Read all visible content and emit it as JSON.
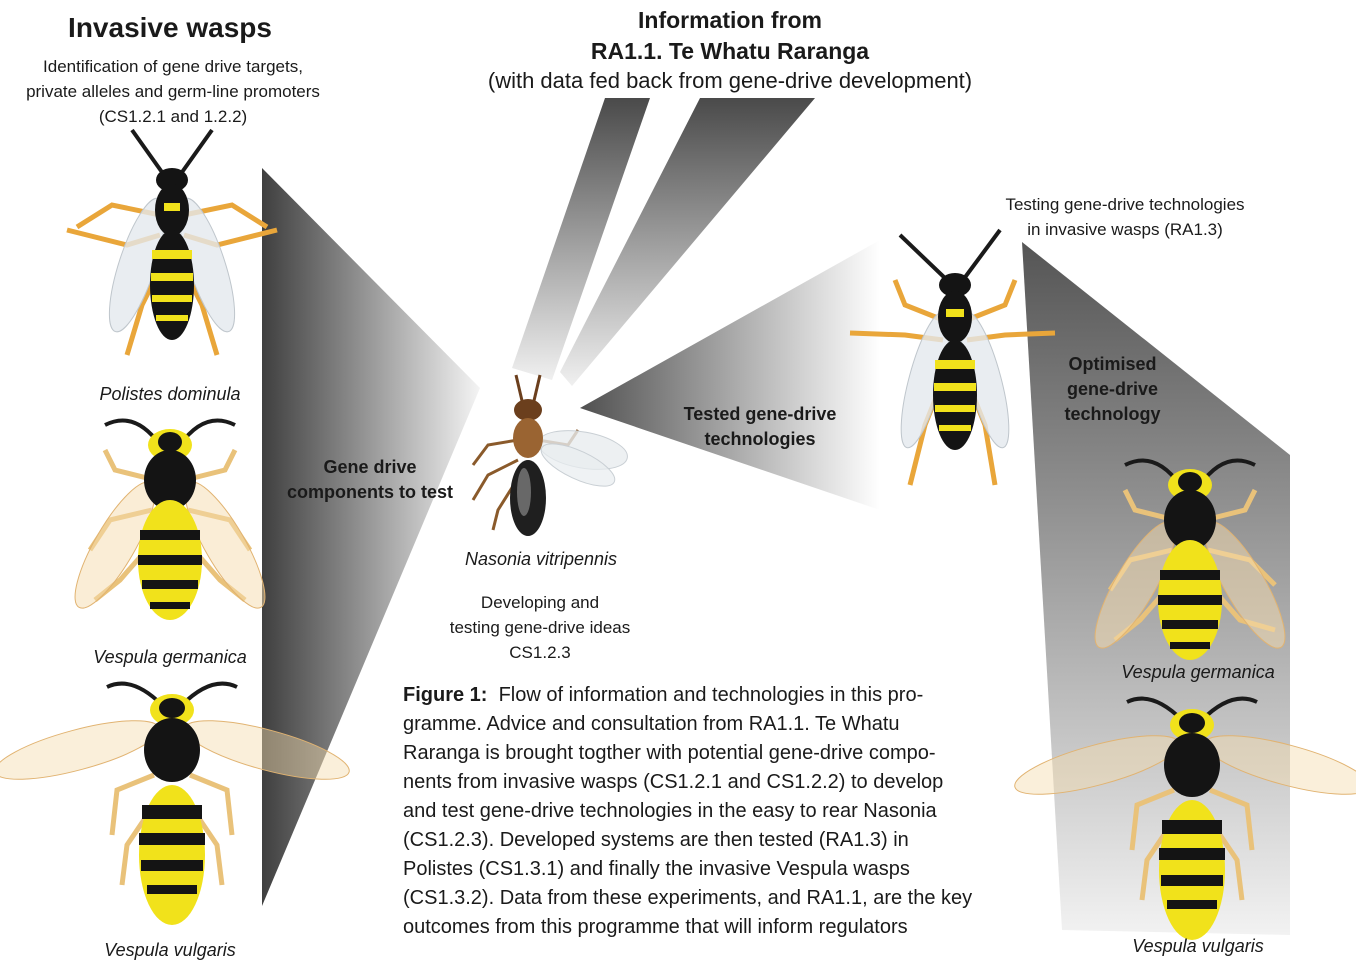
{
  "left_column": {
    "title": "Invasive wasps",
    "subtitle_lines": [
      "Identification of gene drive targets,",
      "private alleles and germ-line promoters",
      "(CS1.2.1 and 1.2.2)"
    ],
    "species": [
      "Polistes dominula",
      "Vespula germanica",
      "Vespula vulgaris"
    ]
  },
  "top": {
    "title_lines": [
      "Information from",
      "RA1.1. Te Whatu Raranga"
    ],
    "subtitle": "(with data fed back from gene-drive development)"
  },
  "center": {
    "species": "Nasonia vitripennis",
    "description_lines": [
      "Developing and",
      "testing gene-drive ideas",
      "CS1.2.3"
    ]
  },
  "arrows": {
    "left": [
      "Gene drive",
      "components to test"
    ],
    "middle": [
      "Tested gene-drive",
      "technologies"
    ],
    "right": [
      "Optimised",
      "gene-drive",
      "technology"
    ]
  },
  "right_column": {
    "title_lines": [
      "Testing gene-drive technologies",
      "in invasive wasps (RA1.3)"
    ],
    "species": [
      "Vespula germanica",
      "Vespula vulgaris"
    ]
  },
  "caption": {
    "label": "Figure 1:",
    "lines": [
      "Flow of information and technologies in this pro-",
      "gramme. Advice and consultation from RA1.1. Te Whatu",
      "Raranga is brought togther with potential gene-drive compo-",
      "nents from invasive wasps (CS1.2.1 and CS1.2.2) to develop",
      "and test gene-drive technologies in the easy to rear Nasonia",
      "(CS1.2.3).  Developed systems are then tested (RA1.3) in",
      "Polistes (CS1.3.1) and finally the invasive Vespula wasps",
      "(CS1.3.2). Data from these experiments, and RA1.1, are the key",
      "outcomes from this programme that will inform regulators"
    ]
  },
  "colors": {
    "wasp_yellow": "#f1e21b",
    "wasp_black": "#141414",
    "wing": "#dfe6ec",
    "leg_orange": "#e9a63a",
    "nasonia_brown": "#8a5a2b",
    "arrow_dark": "#4a4a4a"
  }
}
